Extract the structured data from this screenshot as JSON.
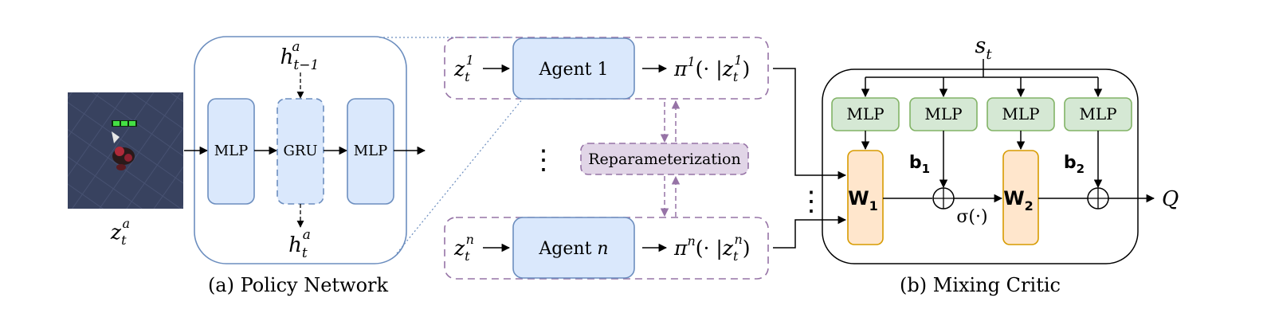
{
  "policy": {
    "input_var": "z",
    "input_sub": "t",
    "input_sup": "a",
    "hidden_in_var": "h",
    "hidden_in_sub": "t−1",
    "hidden_in_sup": "a",
    "hidden_out_var": "h",
    "hidden_out_sub": "t",
    "hidden_out_sup": "a",
    "block1": "MLP",
    "block2": "GRU",
    "block3": "MLP",
    "caption": "(a) Policy Network"
  },
  "agents": {
    "agent1": {
      "label": "Agent 1",
      "obs_var": "z",
      "obs_sub": "t",
      "obs_sup": "1",
      "policy_sym": "π",
      "policy_sup": "1",
      "policy_open": "(· |",
      "policy_close": ")"
    },
    "agentn": {
      "label_prefix": "Agent ",
      "label_var": "n",
      "obs_var": "z",
      "obs_sub": "t",
      "obs_sup": "n",
      "policy_sym": "π",
      "policy_sup": "n",
      "policy_open": "(· |",
      "policy_close": ")"
    },
    "ellipsis": "⋮",
    "reparam": "Reparameterization"
  },
  "critic": {
    "state_var": "s",
    "state_sub": "t",
    "mlp_labels": [
      "MLP",
      "MLP",
      "MLP",
      "MLP"
    ],
    "w1": "W",
    "w1_sub": "1",
    "w2": "W",
    "w2_sub": "2",
    "b1": "b",
    "b1_sub": "1",
    "b2": "b",
    "b2_sub": "2",
    "sigma": "σ(·)",
    "output": "Q",
    "ellipsis": "⋮",
    "caption": "(b) Mixing Critic"
  },
  "colors": {
    "blue_fill": "#dae8fc",
    "blue_stroke": "#6c8ebf",
    "green_fill": "#d5e8d4",
    "green_stroke": "#82b366",
    "orange_fill": "#ffe6cc",
    "orange_stroke": "#d79b00",
    "purple_fill": "#e1d5e7",
    "purple_stroke": "#9673a6"
  }
}
